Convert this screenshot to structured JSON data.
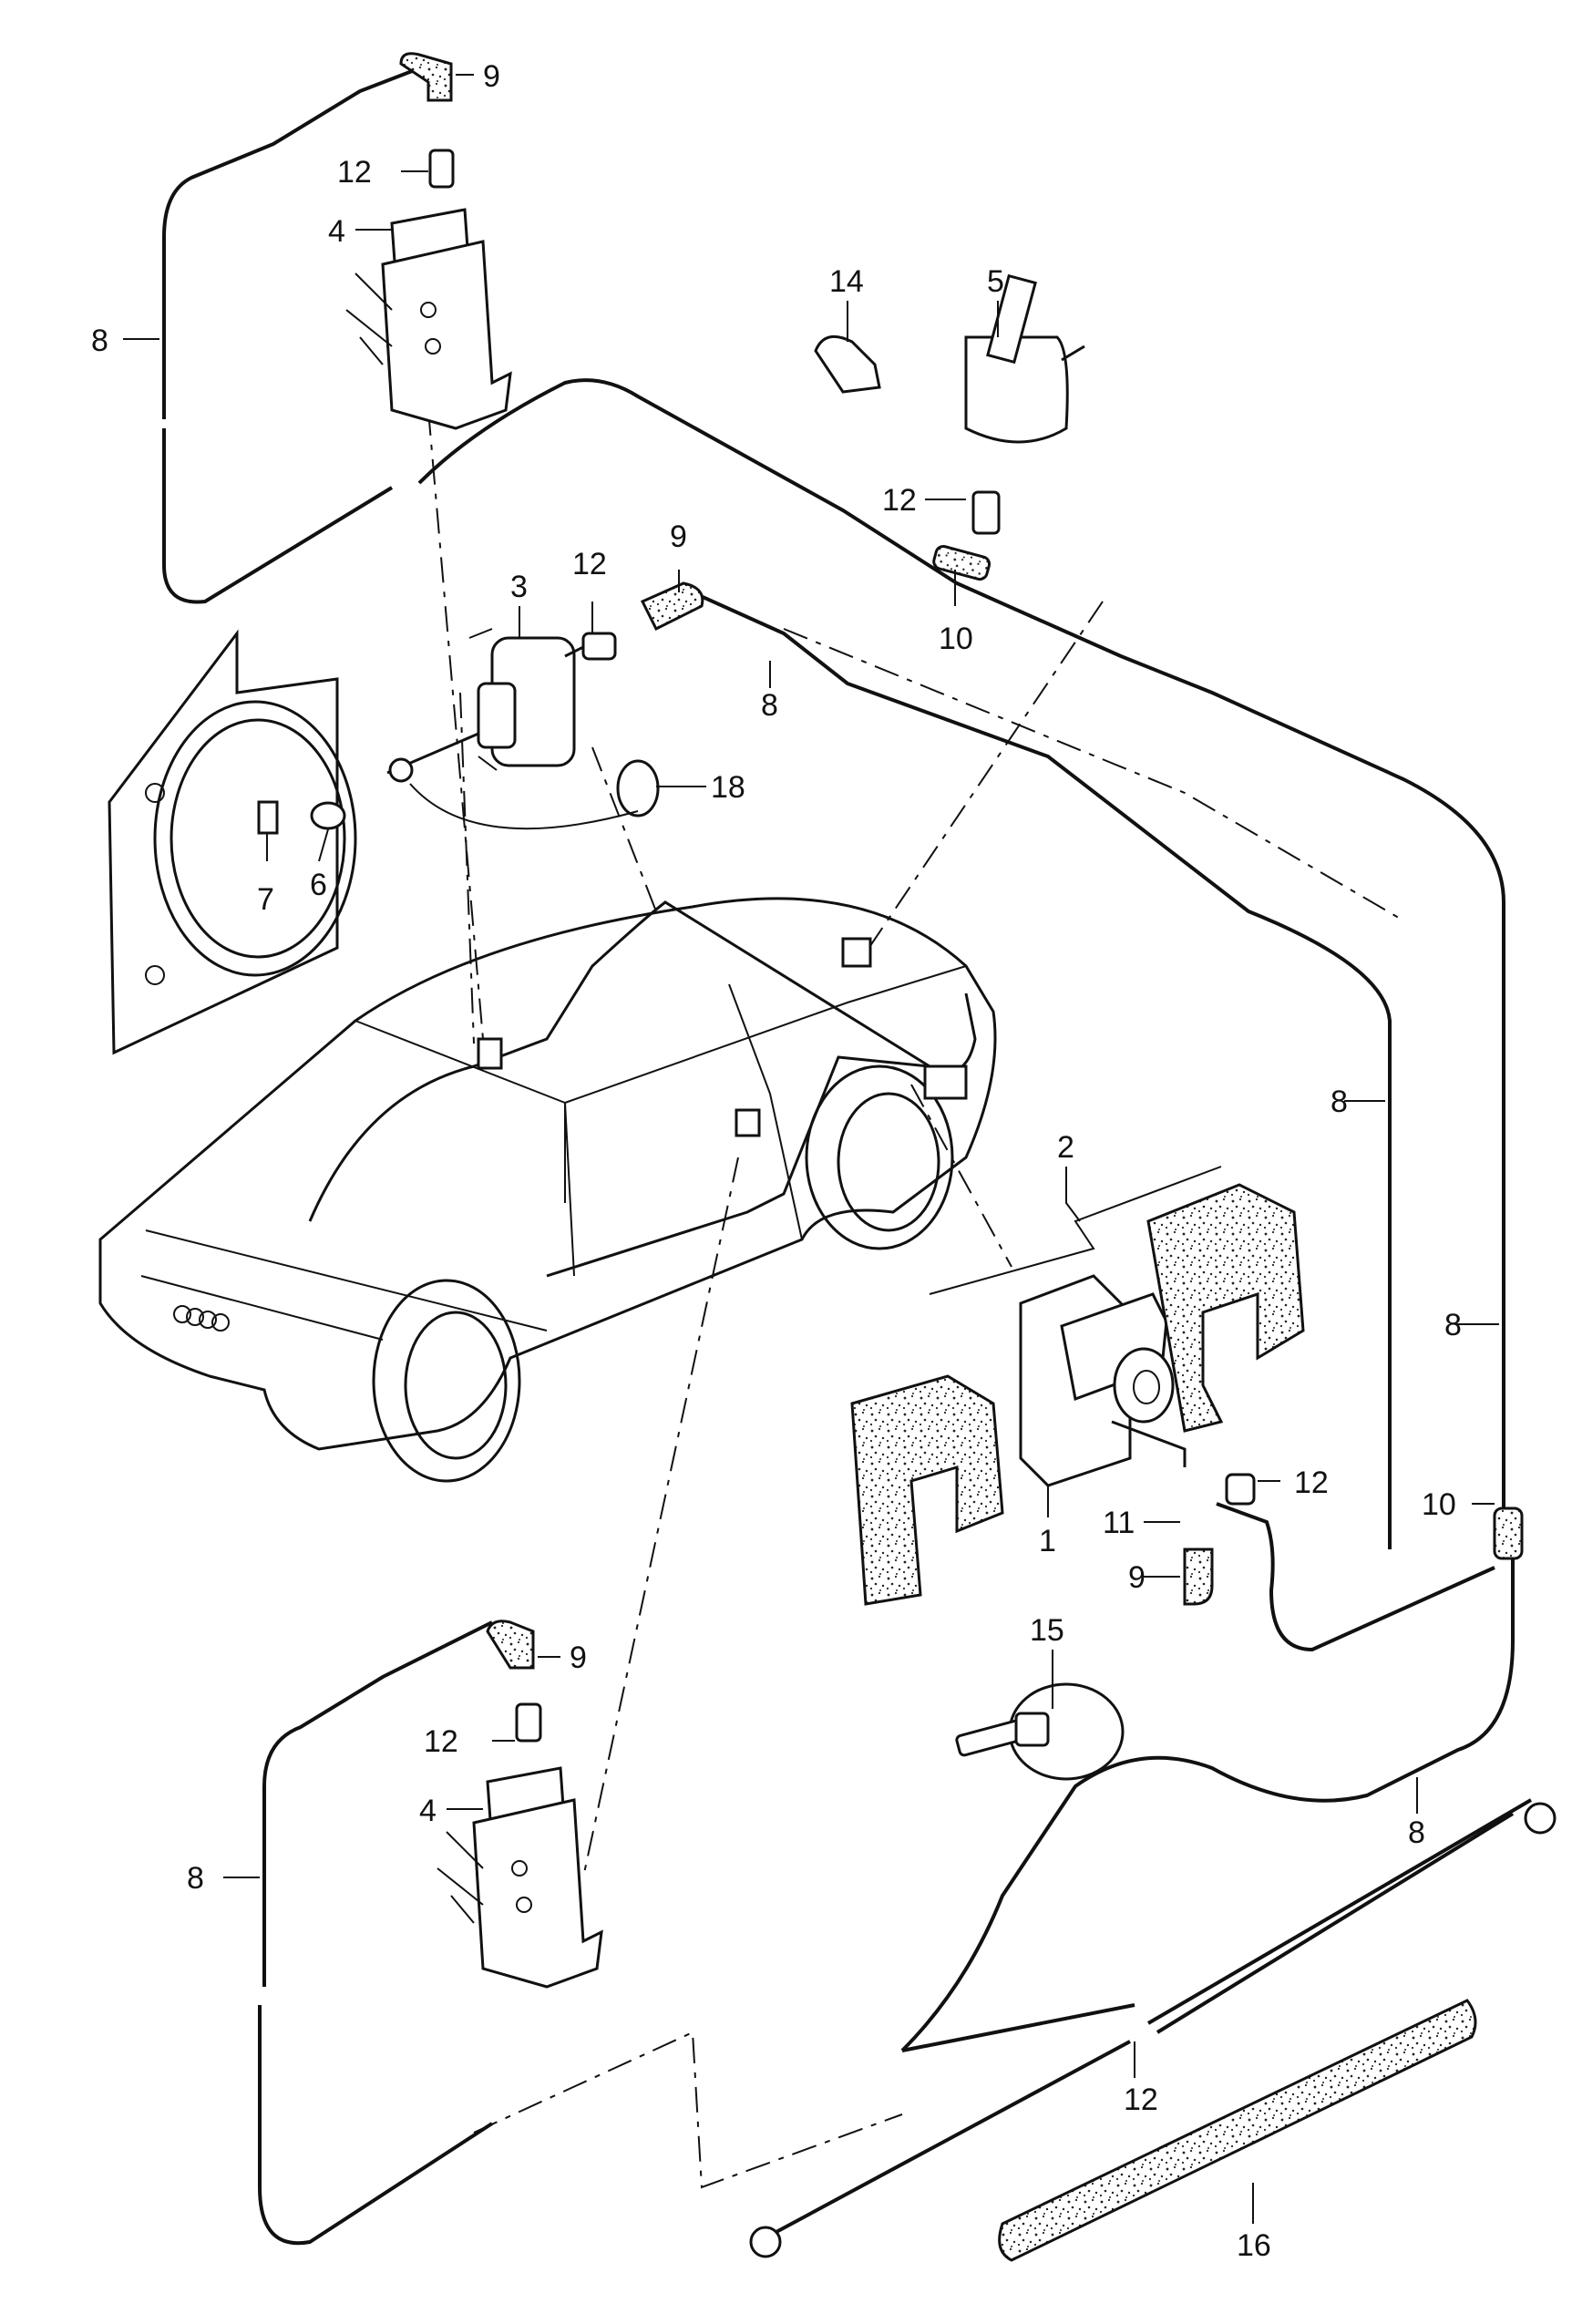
{
  "diagram": {
    "callouts": [
      {
        "id": "c9a",
        "text": "9"
      },
      {
        "id": "c12a",
        "text": "12"
      },
      {
        "id": "c4a",
        "text": "4"
      },
      {
        "id": "c8a",
        "text": "8"
      },
      {
        "id": "c14",
        "text": "14"
      },
      {
        "id": "c5",
        "text": "5"
      },
      {
        "id": "c12b",
        "text": "12"
      },
      {
        "id": "c10a",
        "text": "10"
      },
      {
        "id": "c3",
        "text": "3"
      },
      {
        "id": "c12c",
        "text": "12"
      },
      {
        "id": "c9b",
        "text": "9"
      },
      {
        "id": "c8b",
        "text": "8"
      },
      {
        "id": "c18",
        "text": "18"
      },
      {
        "id": "c7",
        "text": "7"
      },
      {
        "id": "c6",
        "text": "6"
      },
      {
        "id": "c8c",
        "text": "8"
      },
      {
        "id": "c2",
        "text": "2"
      },
      {
        "id": "c8d",
        "text": "8"
      },
      {
        "id": "c12d",
        "text": "12"
      },
      {
        "id": "c10b",
        "text": "10"
      },
      {
        "id": "c11",
        "text": "11"
      },
      {
        "id": "c1",
        "text": "1"
      },
      {
        "id": "c9c",
        "text": "9"
      },
      {
        "id": "c15",
        "text": "15"
      },
      {
        "id": "c9d",
        "text": "9"
      },
      {
        "id": "c12e",
        "text": "12"
      },
      {
        "id": "c4b",
        "text": "4"
      },
      {
        "id": "c8e",
        "text": "8"
      },
      {
        "id": "c8f",
        "text": "8"
      },
      {
        "id": "c12f",
        "text": "12"
      },
      {
        "id": "c16",
        "text": "16"
      }
    ]
  }
}
